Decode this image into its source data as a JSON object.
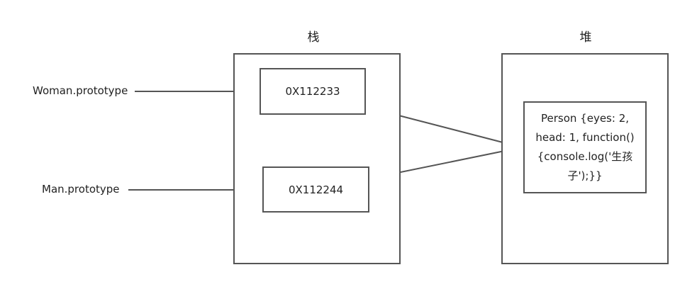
{
  "diagram": {
    "stack": {
      "heading": "栈",
      "cells": [
        {
          "value": "0X112233"
        },
        {
          "value": "0X112244"
        }
      ]
    },
    "heap": {
      "heading": "堆",
      "object": {
        "text": "Person {eyes: 2, head: 1, function(){console.log('生孩子');}}"
      }
    },
    "references": [
      {
        "label": "Woman.prototype",
        "points_to": "0X112233"
      },
      {
        "label": "Man.prototype",
        "points_to": "0X112244"
      }
    ],
    "colors": {
      "stroke": "#555555",
      "text": "#222222",
      "background": "#ffffff"
    }
  }
}
